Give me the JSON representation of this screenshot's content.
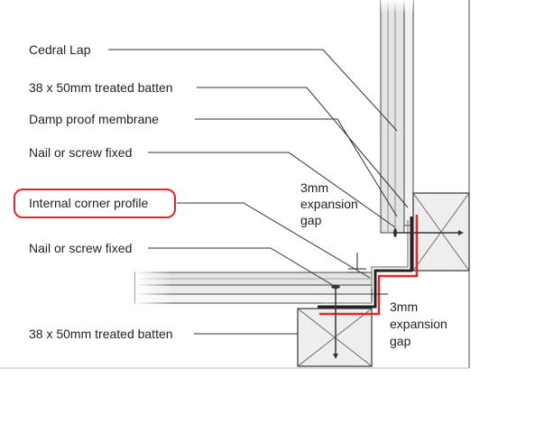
{
  "labels": {
    "cedral_lap": "Cedral Lap",
    "batten_top": "38 x 50mm treated batten",
    "membrane": "Damp proof membrane",
    "nail_top": "Nail or screw fixed",
    "corner_profile": "Internal corner profile",
    "nail_bottom": "Nail or screw fixed",
    "batten_bottom": "38 x 50mm treated batten"
  },
  "gap_top": {
    "line1": "3mm",
    "line2": "expansion",
    "line3": "gap"
  },
  "gap_bottom": {
    "line1": "3mm",
    "line2": "expansion",
    "line3": "gap"
  },
  "colors": {
    "highlight": "#e0262b",
    "line": "#333333",
    "panel_fill": "#e9e9e9",
    "batten_fill": "#eeeeee"
  }
}
